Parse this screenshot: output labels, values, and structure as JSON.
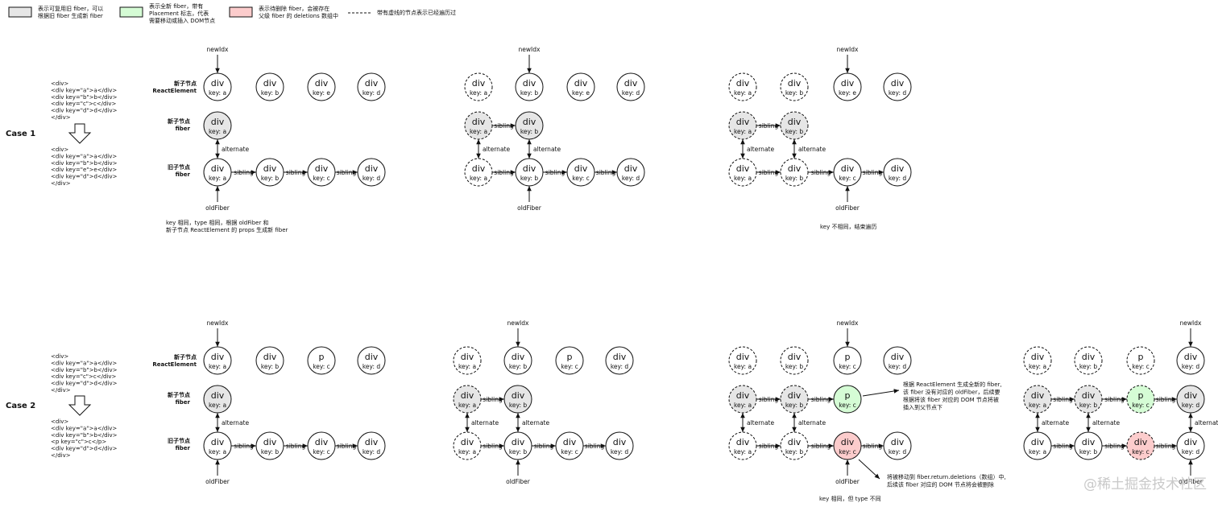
{
  "colors": {
    "reuse_fill": "#e6e6e6",
    "new_fill": "#d5fcd5",
    "delete_fill": "#fccccc",
    "stroke": "#111111"
  },
  "legend": {
    "reuse_lines": [
      "表示可复用旧 fiber，可以",
      "根据旧 fiber 生成新 fiber"
    ],
    "new_lines": [
      "表示全新 fiber，带有",
      "Placement 标志，代表",
      "需要移动或插入 DOM节点"
    ],
    "delete_lines": [
      "表示待删除 fiber，会被存在",
      "父级 fiber 的 deletions 数组中"
    ],
    "dashed_line": "带有虚线的节点表示已经遍历过"
  },
  "rows": {
    "new_element": [
      "新子节点",
      "ReactElement"
    ],
    "new_fiber": [
      "新子节点",
      "fiber"
    ],
    "old_fiber": [
      "旧子节点",
      "fiber"
    ]
  },
  "labels": {
    "new_idx": "newIdx",
    "old_fiber": "oldFiber",
    "sibling": "sibling",
    "alternate": "alternate"
  },
  "cases": [
    {
      "title": "Case 1",
      "code_before": [
        "<div>",
        "  <div key=\"a\">a</div>",
        "  <div key=\"b\">b</div>",
        "  <div key=\"c\">c</div>",
        "  <div key=\"d\">d</div>",
        "</div>"
      ],
      "code_after": [
        "<div>",
        "  <div key=\"a\">a</div>",
        "  <div key=\"b\">b</div>",
        "  <div key=\"e\">e</div>",
        "  <div key=\"d\">d</div>",
        "</div>"
      ],
      "notes": [
        [
          "key 相同，type 相同，根据 oldFiber 和",
          "新子节点 ReactElement 的 props 生成新 fiber"
        ],
        [],
        [
          "key 不相同，结束遍历"
        ]
      ]
    },
    {
      "title": "Case 2",
      "code_before": [
        "<div>",
        "  <div key=\"a\">a</div>",
        "  <div key=\"b\">b</div>",
        "  <div key=\"c\">c</div>",
        "  <div key=\"d\">d</div>",
        "</div>"
      ],
      "code_after": [
        "<div>",
        "  <div key=\"a\">a</div>",
        "  <div key=\"b\">b</div>",
        "  <p key=\"c\">c</p>",
        "  <div key=\"d\">d</div>",
        "</div>"
      ],
      "notes": [
        [],
        [],
        [
          "key 相同，但 type 不同"
        ],
        []
      ],
      "callouts": [
        [
          "根据 ReactElement 生成全新的 fiber,",
          "该 fiber 没有对应的 oldFiber，后续要",
          "根据将该 fiber 对应的 DOM 节点将被",
          "插入到父节点下"
        ],
        [
          "将被移动到 fiber.return.deletions（数组）中,",
          "后续该 fiber 对应的 DOM 节点将会被删除"
        ]
      ]
    }
  ],
  "node_types": {
    "div": "div",
    "p": "p"
  },
  "node_keys": {
    "a": "key: a",
    "b": "key: b",
    "c": "key: c",
    "d": "key: d",
    "e": "key: e"
  },
  "watermark": "@稀土掘金技术社区"
}
